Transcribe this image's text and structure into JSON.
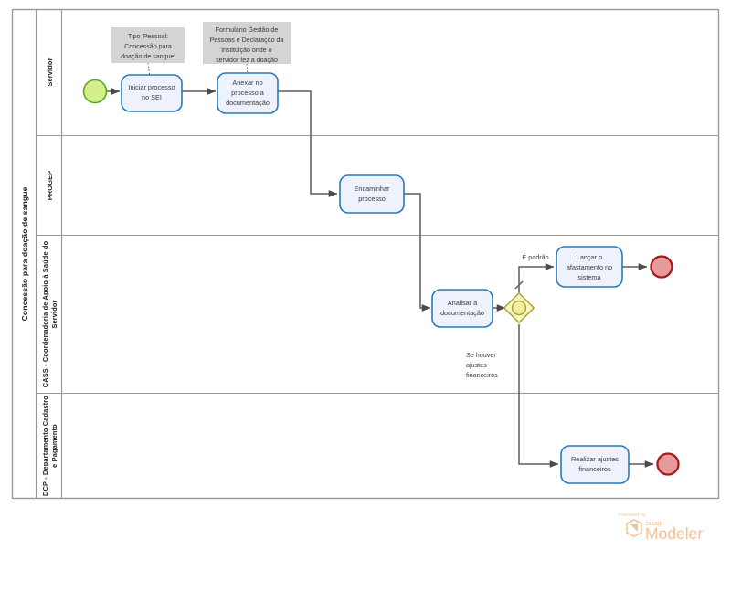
{
  "diagram": {
    "type": "bpmn-process-diagram",
    "pool": {
      "title": "Concessão para doação de sangue"
    },
    "lanes": [
      {
        "id": "servidor",
        "label": "Servidor"
      },
      {
        "id": "progep",
        "label": "PROGEP"
      },
      {
        "id": "cass",
        "label": "CASS - Coordenadoria de Apoio à Saúde do Servidor"
      },
      {
        "id": "dcp",
        "label": "DCP - Departamento Cadastro e Pagamento"
      }
    ],
    "events": [
      {
        "id": "start-1",
        "kind": "start-event",
        "lane": "servidor",
        "label": ""
      },
      {
        "id": "end-1",
        "kind": "end-event",
        "lane": "cass",
        "label": ""
      },
      {
        "id": "end-2",
        "kind": "end-event",
        "lane": "dcp",
        "label": ""
      }
    ],
    "tasks": [
      {
        "id": "task-iniciar",
        "lane": "servidor",
        "label_line1": "Iniciar processo",
        "label_line2": "no SEI"
      },
      {
        "id": "task-anexar",
        "lane": "servidor",
        "label_line1": "Anexar no",
        "label_line2": "processo a",
        "label_line3": "documentação"
      },
      {
        "id": "task-encaminhar",
        "lane": "progep",
        "label_line1": "Encaminhar",
        "label_line2": "processo"
      },
      {
        "id": "task-analisar",
        "lane": "cass",
        "label_line1": "Analisar a",
        "label_line2": "documentação"
      },
      {
        "id": "task-lancar",
        "lane": "cass",
        "label_line1": "Lançar o",
        "label_line2": "afastamento no",
        "label_line3": "sistema"
      },
      {
        "id": "task-realizar",
        "lane": "dcp",
        "label_line1": "Realizar ajustes",
        "label_line2": "financeiros"
      }
    ],
    "gateways": [
      {
        "id": "gateway-1",
        "kind": "inclusive-gateway",
        "lane": "cass",
        "label": ""
      }
    ],
    "annotations": [
      {
        "id": "annotation-tipo",
        "attached_to": "task-iniciar",
        "line1": "Tipo 'Pessoal:",
        "line2": "Concessão para",
        "line3": "doação de sangue'"
      },
      {
        "id": "annotation-formulario",
        "attached_to": "task-anexar",
        "line1": "Formulário Gestão de",
        "line2": "Pessoas e Declaração da",
        "line3": "instituição onde o",
        "line4": "servidor fez a doação"
      }
    ],
    "flow_labels": {
      "default_flow": "É padrão",
      "conditional_flow_line1": "Se houver",
      "conditional_flow_line2": "ajustes",
      "conditional_flow_line3": "financeiros"
    },
    "colors": {
      "task_fill": "#edf2fc",
      "task_stroke": "#2a7ab9",
      "start_fill": "#d4f08a",
      "start_stroke": "#5ea524",
      "end_fill": "#e79a9a",
      "end_stroke": "#a31c20",
      "gateway_fill": "#f7f5c8",
      "gateway_stroke": "#a8a028",
      "annotation_fill": "#d4d4d4",
      "flow_stroke": "#5c5c5c",
      "lane_stroke": "#9a9a9a"
    }
  },
  "watermark": {
    "powered_by": "Powered by",
    "brand": "bizagi",
    "product": "Modeler"
  }
}
